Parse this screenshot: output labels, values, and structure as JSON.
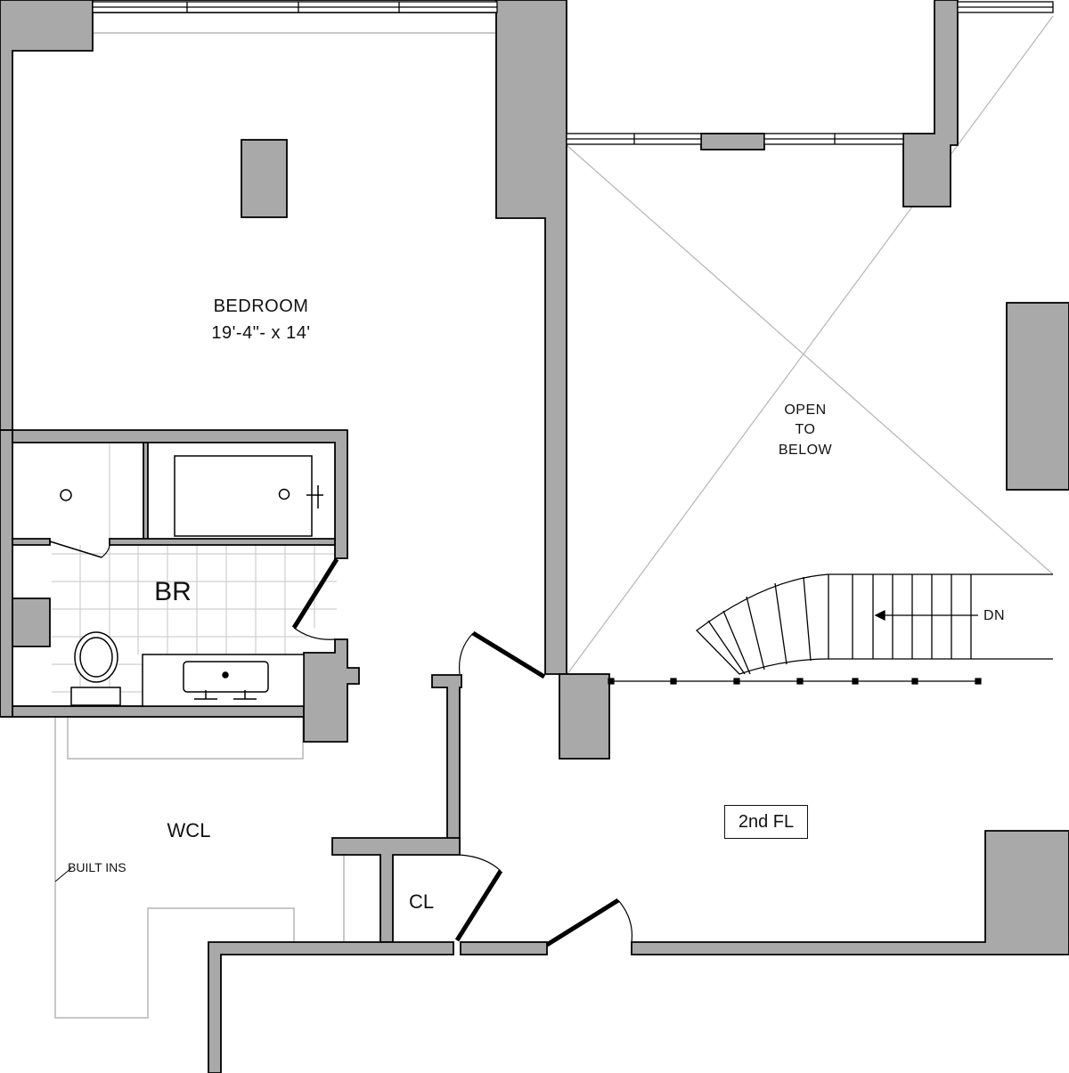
{
  "plan": {
    "colors": {
      "wall": "#a9a9a9",
      "wall_outline": "#000000",
      "fixture_line": "#9a9a9a",
      "door": "#000000"
    },
    "rooms": {
      "bedroom": {
        "name": "BEDROOM",
        "dimensions": "19'-4\"- x 14'"
      },
      "bath": {
        "name": "BR"
      },
      "walk_in_closet": {
        "name": "WCL"
      },
      "closet": {
        "name": "CL"
      },
      "open_to_below": {
        "lines": [
          "OPEN",
          "TO",
          "BELOW"
        ]
      },
      "floor": {
        "name": "2nd FL"
      }
    },
    "annotations": {
      "stair_direction": "DN",
      "built_ins": "BUILT INS"
    }
  }
}
